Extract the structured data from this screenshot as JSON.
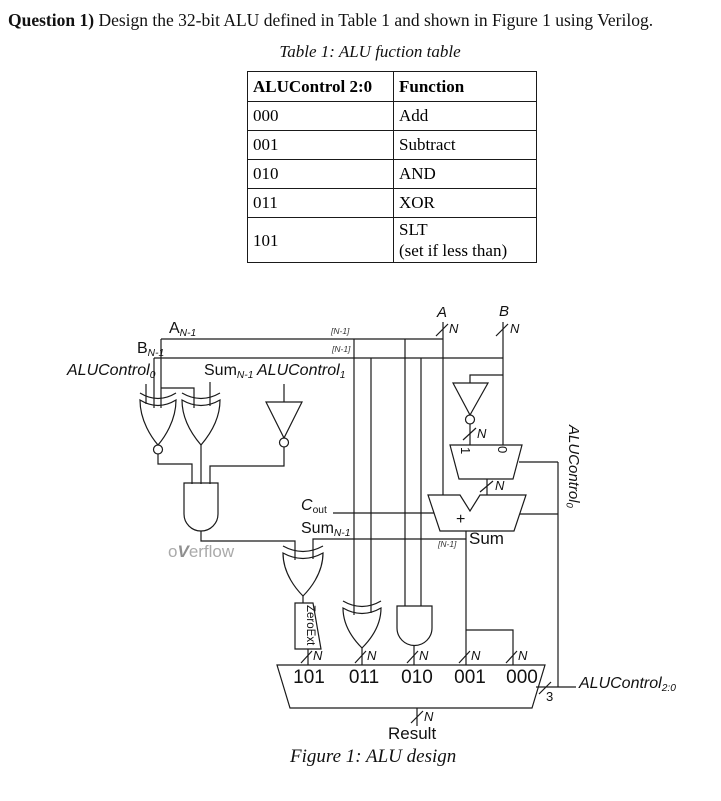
{
  "page": {
    "question_bold": "Question 1)",
    "question_rest": " Design the 32-bit ALU defined in Table 1 and shown in Figure 1 using Verilog."
  },
  "table": {
    "caption": "Table 1: ALU fuction table",
    "col1": "ALUControl 2:0",
    "col2": "Function",
    "rows": [
      {
        "code": "000",
        "func": "Add"
      },
      {
        "code": "001",
        "func": "Subtract"
      },
      {
        "code": "010",
        "func": "AND"
      },
      {
        "code": "011",
        "func": "XOR"
      },
      {
        "code": "101",
        "func": "SLT",
        "func2": "(set if less than)"
      }
    ]
  },
  "figure": {
    "caption": "Figure 1: ALU design",
    "bus_width": "N",
    "select_width": "3",
    "tap": "[N-1]",
    "inputs": {
      "a": "A",
      "b": "B"
    },
    "labels": {
      "a_msb": {
        "main": "A",
        "sub": "N-1"
      },
      "b_msb": {
        "main": "B",
        "sub": "N-1"
      },
      "aluc0": {
        "main": "ALUControl",
        "sub": "0"
      },
      "sum_msb": {
        "main": "Sum",
        "sub": "N-1"
      },
      "aluc1": {
        "main": "ALUControl",
        "sub": "1"
      },
      "cout": {
        "main": "C",
        "sub": "out"
      },
      "sum_msb2": {
        "main": "Sum",
        "sub": "N-1"
      },
      "aluc0_vert": {
        "main": "ALUControl",
        "sub": "0"
      },
      "aluc20": {
        "main": "ALUControl",
        "sub": "2:0"
      },
      "overflow": {
        "o": "o",
        "v": "V",
        "rest": "erflow"
      },
      "mux1_in1": "1",
      "mux1_in0": "0",
      "adder_plus": "+",
      "sum_out": "Sum",
      "zeroext": "ZeroExt",
      "result": "Result",
      "mux_inputs": [
        "101",
        "011",
        "010",
        "001",
        "000"
      ]
    }
  }
}
